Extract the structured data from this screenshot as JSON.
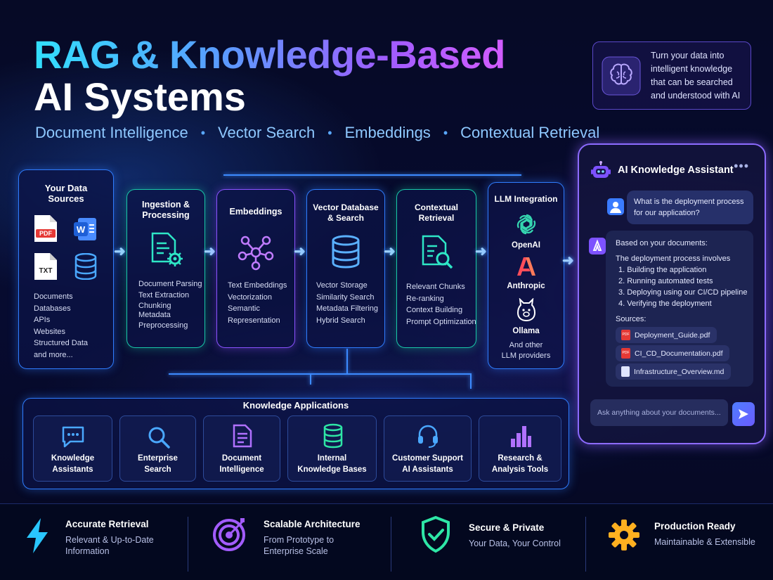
{
  "title": {
    "line1": "RAG & Knowledge-Based",
    "line2": "AI Systems"
  },
  "subtitle": [
    "Document Intelligence",
    "Vector Search",
    "Embeddings",
    "Contextual Retrieval"
  ],
  "subtitle_separator": "•",
  "tagline": {
    "line1": "Turn your data into",
    "line2": "intelligent knowledge",
    "line3": "that can be searched",
    "line4": "and understood with AI",
    "icon": "brain-icon"
  },
  "sources": {
    "title_line1": "Your Data",
    "title_line2": "Sources",
    "icons": {
      "pdf": "PDF",
      "txt": "TXT",
      "word": "W"
    },
    "items": [
      "Documents",
      "Databases",
      "APIs",
      "Websites",
      "Structured Data",
      "and more..."
    ]
  },
  "ingestion": {
    "title_line1": "Ingestion &",
    "title_line2": "Processing",
    "items": [
      "Document Parsing",
      "Text Extraction",
      "Chunking",
      "Metadata",
      "Preprocessing"
    ]
  },
  "embeddings": {
    "title": "Embeddings",
    "items": [
      "Text Embeddings",
      "Vectorization",
      "Semantic",
      "Representation"
    ]
  },
  "vectordb": {
    "title_line1": "Vector Database",
    "title_line2": "& Search",
    "items": [
      "Vector Storage",
      "Similarity Search",
      "Metadata Filtering",
      "Hybrid Search"
    ]
  },
  "contextual": {
    "title_line1": "Contextual",
    "title_line2": "Retrieval",
    "items": [
      "Relevant Chunks",
      "Re-ranking",
      "Context Building",
      "Prompt Optimization"
    ]
  },
  "llm": {
    "title": "LLM Integration",
    "providers": [
      "OpenAI",
      "Anthropic",
      "Ollama"
    ],
    "other_line1": "And other",
    "other_line2": "LLM providers"
  },
  "chat": {
    "title": "AI Knowledge Assistant",
    "menu": "•••",
    "question_line1": "What is the deployment process",
    "question_line2": "for our application?",
    "answer_intro": "Based on your documents:",
    "answer_lead": "The deployment process involves",
    "steps": [
      "1. Building the application",
      "2. Running automated tests",
      "3. Deploying using our CI/CD pipeline",
      "4. Verifying the deployment"
    ],
    "sources_label": "Sources:",
    "sources": [
      "Deployment_Guide.pdf",
      "CI_CD_Documentation.pdf",
      "Infrastructure_Overview.md"
    ],
    "source_badges": [
      "PDF",
      "PDF",
      ""
    ],
    "input_placeholder": "Ask anything about your documents..."
  },
  "apps": {
    "title": "Knowledge Applications",
    "items": [
      {
        "line1": "Knowledge",
        "line2": "Assistants",
        "icon": "chat-bubble-icon"
      },
      {
        "line1": "Enterprise",
        "line2": "Search",
        "icon": "search-icon"
      },
      {
        "line1": "Document",
        "line2": "Intelligence",
        "icon": "document-icon"
      },
      {
        "line1": "Internal",
        "line2": "Knowledge Bases",
        "icon": "database-icon"
      },
      {
        "line1": "Customer Support",
        "line2": "AI Assistants",
        "icon": "headset-icon"
      },
      {
        "line1": "Research &",
        "line2": "Analysis Tools",
        "icon": "bar-chart-icon"
      }
    ]
  },
  "features": [
    {
      "title": "Accurate Retrieval",
      "sub1": "Relevant & Up-to-Date",
      "sub2": "Information",
      "icon": "lightning-icon"
    },
    {
      "title": "Scalable Architecture",
      "sub1": "From Prototype to",
      "sub2": "Enterprise Scale",
      "icon": "target-icon"
    },
    {
      "title": "Secure & Private",
      "sub1": "Your Data, Your Control",
      "sub2": "",
      "icon": "shield-check-icon"
    },
    {
      "title": "Production Ready",
      "sub1": "Maintainable & Extensible",
      "sub2": "",
      "icon": "gear-icon"
    }
  ],
  "colors": {
    "blue": "#2f7dff",
    "teal": "#19c8a8",
    "purple": "#8a52ff",
    "background": "#070b30"
  }
}
